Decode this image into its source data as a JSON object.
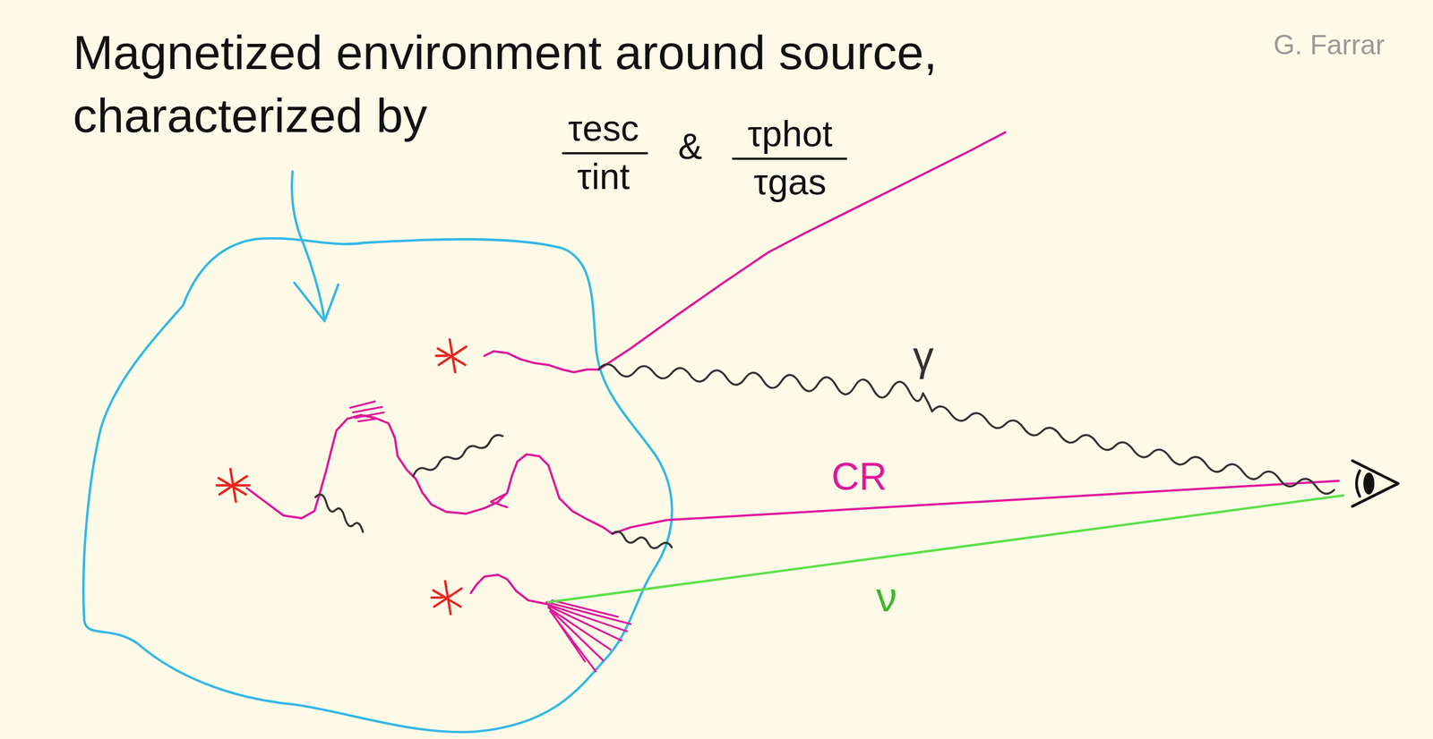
{
  "diagram": {
    "title": "Magnetized environment around source, characterized by",
    "labels": [
      "τesc",
      "τint",
      "&",
      "τphot",
      "τgas",
      "γ",
      "CR",
      "ν",
      "G. Farrar"
    ]
  }
}
